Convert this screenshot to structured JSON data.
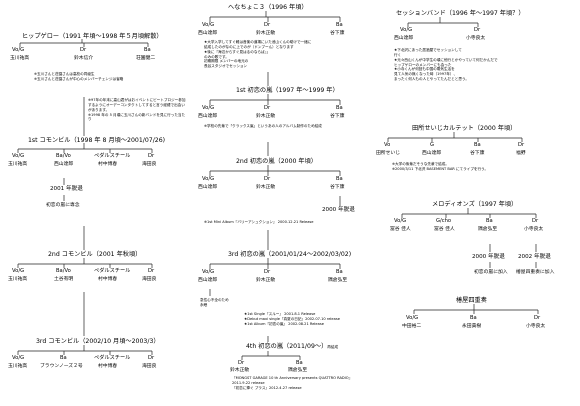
{
  "col1": {
    "title": "ヒップゲロー（1991 年頃〜1998 年５月頃解散）",
    "members": [
      {
        "role": "Vo/G",
        "name": "玉川祐高"
      },
      {
        "role": "Dr",
        "name": "鈴木信介"
      },
      {
        "role": "Ba",
        "name": "荘園健二"
      }
    ],
    "note1": "※玉川さんと荘園さんは高校の同級生\n※玉川さんと荘園さんが中心のメンバーチェンジは省略",
    "note2": "※97年の年末に高山君がはおイベントにビートプロジー参加するようにオーデーコンタクトしてすると言う経緯で出会いがあります。\n※1998 年の 5 月頃に玉川さんの新バンドを見に行った当たり",
    "comobil1": {
      "title": "1st コモンビル（1998 年 8 月頃〜2001/07/26)",
      "members": [
        {
          "role": "Vo/G",
          "name": "玉川祐高"
        },
        {
          "role": "Ba/Vo",
          "name": "西山達郎"
        },
        {
          "role": "ペダルスチール",
          "name": "村中博春"
        },
        {
          "role": "Dr",
          "name": "海田良"
        }
      ],
      "event": "2001 年脱退",
      "event2": "初恋の嵐に専念"
    },
    "comobil2": {
      "title": "2nd コモンビル（2001 年秋頃）",
      "members": [
        {
          "role": "Vo/G",
          "name": "玉川祐高"
        },
        {
          "role": "Ba/Vo",
          "name": "土谷有明"
        },
        {
          "role": "ペダルスチール",
          "name": "村中博春"
        },
        {
          "role": "Dr",
          "name": "海田良"
        }
      ]
    },
    "comobil3": {
      "title": "3rd コモンビル（2002/10 月頃〜2003/3）",
      "members": [
        {
          "role": "Vo/G",
          "name": "玉川祐高"
        },
        {
          "role": "Ba",
          "name": "ブラウンノーズ２号"
        },
        {
          "role": "ペダルスチール",
          "name": "村中博春"
        },
        {
          "role": "Dr",
          "name": "海田良"
        }
      ]
    }
  },
  "col2": {
    "title": "へなちょこ３（1996 年頃）",
    "members": [
      {
        "role": "Vo/G",
        "name": "西山達郎"
      },
      {
        "role": "Dr",
        "name": "鈴木正敏"
      },
      {
        "role": "Ba",
        "name": "谷下康"
      }
    ],
    "note1": "★大学入学してすぐ軽は音楽の道場にいた池山くんの助けで一緒に\n結成したのがなのに上でのが（ドンブーん）となります\n★後に『海辺からすぐ見はるのならば』」\nのみの歌です。\n初期期限 メンバーの地元の \n長谷スタジオでセッション",
    "initial1": {
      "title": "1st 初恋の嵐（1997 年〜1999 年）",
      "members": [
        {
          "role": "Vo/G",
          "name": "西山達郎"
        },
        {
          "role": "Dr",
          "name": "鈴木正敏"
        },
        {
          "role": "Ba",
          "name": "谷下康"
        }
      ],
      "note": "※学校の先輩で「クラックス嵐」というあの人のアルバム制作のため結成"
    },
    "initial2": {
      "title": "2nd 初恋の嵐（2000 年頃）",
      "members": [
        {
          "role": "Vo/G",
          "name": "西山達郎"
        },
        {
          "role": "Dr",
          "name": "鈴木正敏"
        },
        {
          "role": "Ba",
          "name": "谷下康"
        }
      ],
      "event": "2000 年脱退",
      "note": "※1st Mini Album『バリーアシュクション』 2000.12.21 Release"
    },
    "initial3": {
      "title": "3rd 初恋の嵐（2001/01/24〜2002/03/02)",
      "members": [
        {
          "role": "Vo/G",
          "name": "西山達郎"
        },
        {
          "role": "Dr",
          "name": "鈴木正敏"
        },
        {
          "role": "Ba",
          "name": "隅倉弘至"
        }
      ],
      "event": "急性心不全のため\n永眠",
      "note": "★1st Single『スルー』 2001.8.1 Release\n★Debut maxi single『真夏の日記』2002.07.10 release\n★1st Album『初恋の嵐』 2002.08.21 Release"
    },
    "initial4": {
      "title": "4th 初恋の嵐（2011/09〜）",
      "title_suffix": "再結成",
      "members": [
        {
          "role": "Dr",
          "name": "鈴木正敏"
        },
        {
          "role": "Ba",
          "name": "隅倉弘至"
        }
      ],
      "note": "『MONGST GARAGE 10 th Anniversary presents QUATTRO RADIO』\n2011.9.22 release\n『初恋に捧ぐ  プラス』2012.4.27 release"
    }
  },
  "col3": {
    "session": {
      "title": "セッションバンド（1996 年〜1997 年頃？）",
      "members": [
        {
          "role": "Vo/G",
          "name": "西山達郎"
        },
        {
          "role": "Dr",
          "name": "小寺良太"
        }
      ],
      "note": "★下北沢にあった居酒屋でセッションして\n行く\n★元々西山くんが中学生の頃に他行とかやっていて何だかんだで\nヒップゲローのメンバーにも会った\n★小寺くんが何回も中国の電気生活を\n見て人気の無くなった時（1997年）、\nまったく何人もの人とやってたんだとと思う。"
    },
    "taniboku": {
      "title": "田所せいじカルテット（2000 年頃）",
      "members": [
        {
          "role": "Vo",
          "name": "田所せいじ"
        },
        {
          "role": "G",
          "name": "西山達郎"
        },
        {
          "role": "Ba",
          "name": "谷下康"
        },
        {
          "role": "Dr",
          "name": "福野"
        }
      ],
      "note": "※大学の後輩だそうな先輩で結成。\n※2000/3/11 下北沢 BASEMENT BAR にてライブを行う。"
    },
    "melodions": {
      "title": "メロディオンズ（1997 年頃）",
      "members": [
        {
          "role": "Vo/G",
          "name": "冨谷 佳人"
        },
        {
          "role": "G/cho",
          "name": "冨谷 佳人"
        },
        {
          "role": "Ba",
          "name": "隅倉弘至"
        },
        {
          "role": "Dr",
          "name": "小寺良太"
        }
      ],
      "event_ba": "2000 年脱退",
      "event_ba2": "初恋の嵐に加入",
      "event_dr": "2002 年脱退",
      "event_dr2": "椿屋四重奏に加入"
    },
    "tsubaki": {
      "title": "椿屋四重奏",
      "members": [
        {
          "role": "Vo/G",
          "name": "中田裕二"
        },
        {
          "role": "Ba",
          "name": "永田貴樹"
        },
        {
          "role": "Dr",
          "name": "小寺良太"
        }
      ]
    }
  }
}
